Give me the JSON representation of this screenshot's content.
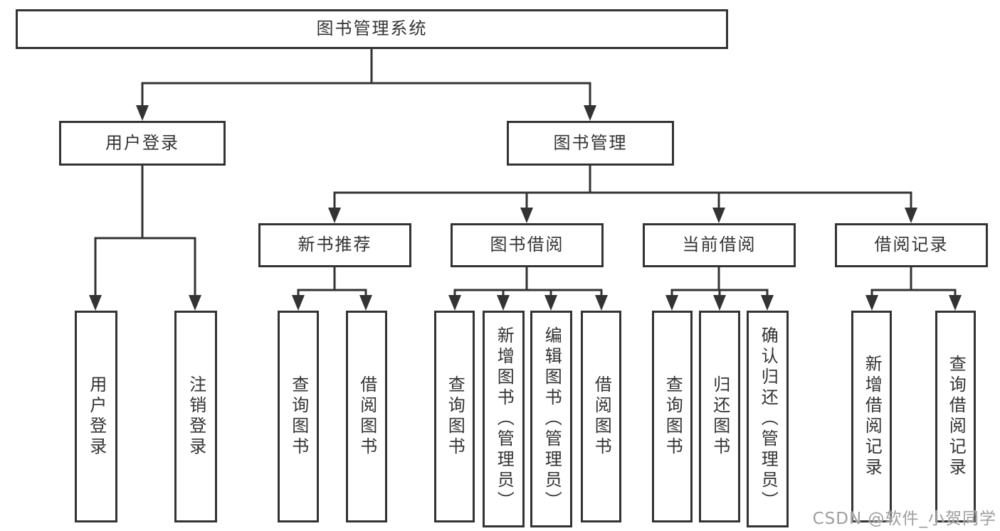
{
  "watermark": "CSDN @软件_小贺同学",
  "colors": {
    "line": "#333333",
    "border": "#333333",
    "text": "#333333",
    "background": "#ffffff",
    "watermark": "#9e9e9e"
  },
  "tree": {
    "label": "图书管理系统",
    "children": [
      {
        "label": "用户登录",
        "children": [
          {
            "label": "用户登录"
          },
          {
            "label": "注销登录"
          }
        ]
      },
      {
        "label": "图书管理",
        "children": [
          {
            "label": "新书推荐",
            "children": [
              {
                "label": "查询图书"
              },
              {
                "label": "借阅图书"
              }
            ]
          },
          {
            "label": "图书借阅",
            "children": [
              {
                "label": "查询图书"
              },
              {
                "label": "新增图书（管理员）"
              },
              {
                "label": "编辑图书（管理员）"
              },
              {
                "label": "借阅图书"
              }
            ]
          },
          {
            "label": "当前借阅",
            "children": [
              {
                "label": "查询图书"
              },
              {
                "label": "归还图书"
              },
              {
                "label": "确认归还（管理员）"
              }
            ]
          },
          {
            "label": "借阅记录",
            "children": [
              {
                "label": "新增借阅记录"
              },
              {
                "label": "查询借阅记录"
              }
            ]
          }
        ]
      }
    ]
  }
}
